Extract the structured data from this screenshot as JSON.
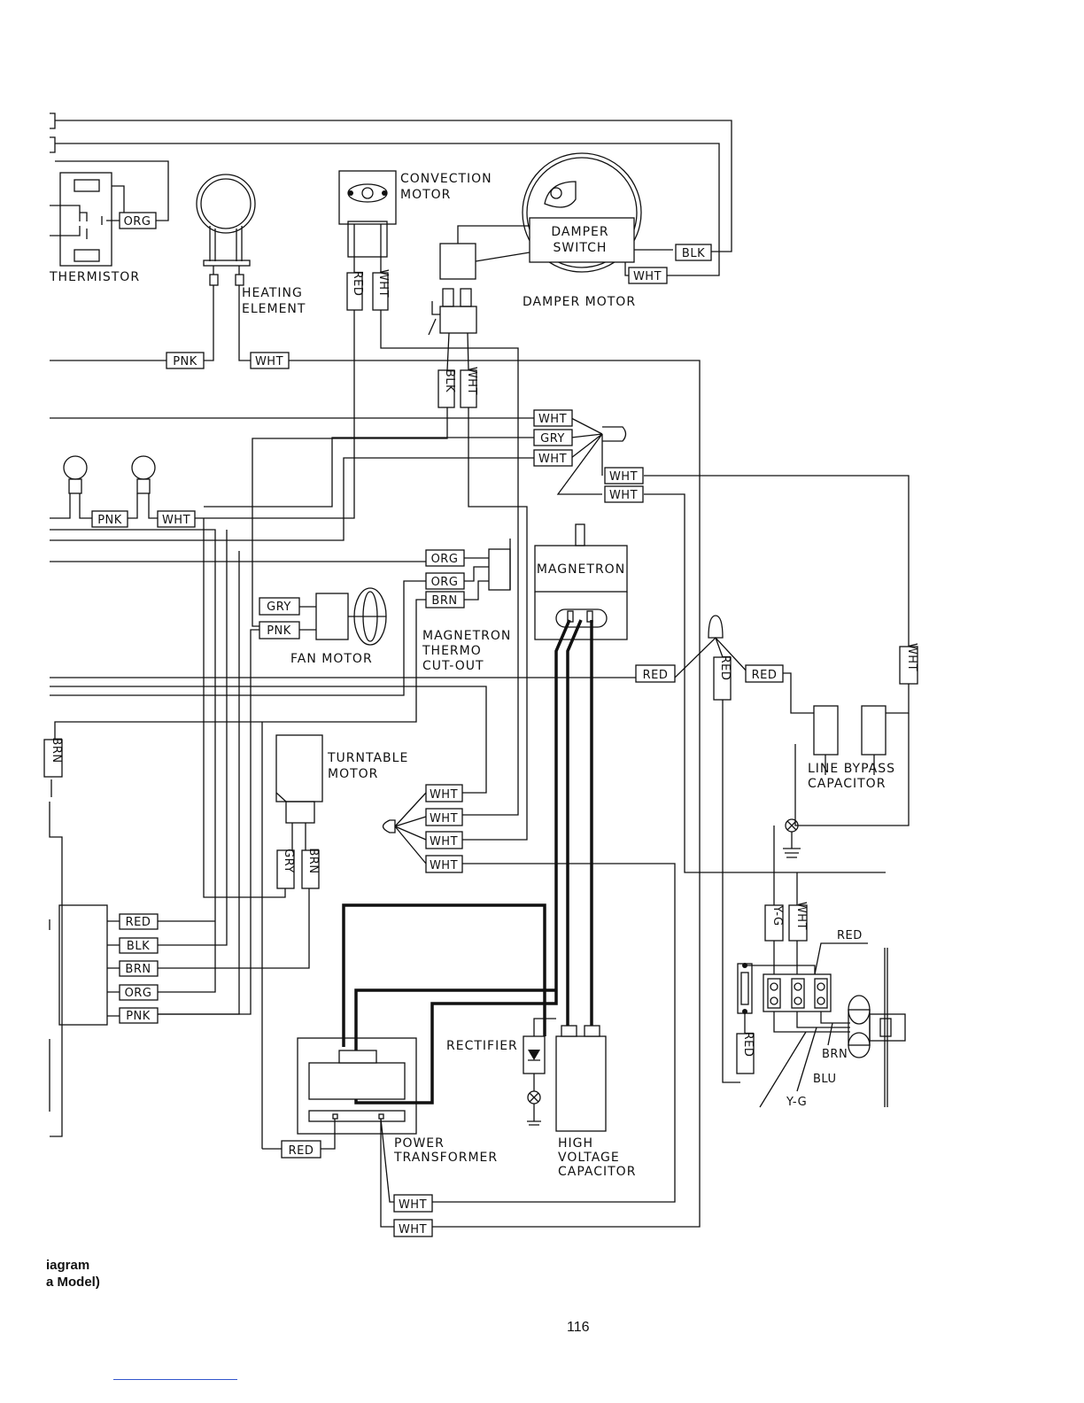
{
  "components": {
    "thermistor": "THERMISTOR",
    "heating_element": [
      "HEATING",
      "ELEMENT"
    ],
    "convection_motor": [
      "CONVECTION",
      "MOTOR"
    ],
    "damper_switch": [
      "DAMPER",
      "SWITCH"
    ],
    "damper_motor": "DAMPER MOTOR",
    "magnetron": "MAGNETRON",
    "fan_motor": "FAN MOTOR",
    "magnetron_thermo_cutout": [
      "MAGNETRON",
      "THERMO",
      "CUT-OUT"
    ],
    "turntable_motor": [
      "TURNTABLE",
      "MOTOR"
    ],
    "line_bypass_capacitor": [
      "LINE BYPASS",
      "CAPACITOR"
    ],
    "rectifier": "RECTIFIER",
    "power_transformer": [
      "POWER",
      "TRANSFORMER"
    ],
    "hv_capacitor": [
      "HIGH",
      "VOLTAGE",
      "CAPACITOR"
    ]
  },
  "wire_tags": {
    "org_thermistor": "ORG",
    "blk_damper": "BLK",
    "wht_damper": "WHT",
    "pnk_heater": "PNK",
    "wht_heater": "WHT",
    "red_conv_v": "RED",
    "wht_conv_v": "WHT",
    "blk_v": "BLK",
    "wht_v": "WHT",
    "wht_conn1": "WHT",
    "gry_conn": "GRY",
    "wht_conn2": "WHT",
    "wht_conn3": "WHT",
    "wht_conn4": "WHT",
    "pnk_lamp": "PNK",
    "wht_lamp": "WHT",
    "org_thermo1": "ORG",
    "org_thermo2": "ORG",
    "brn_thermo": "BRN",
    "gry_fan": "GRY",
    "pnk_fan": "PNK",
    "red_mid": "RED",
    "red_v_mid": "RED",
    "red_right": "RED",
    "wht_v_right": "WHT",
    "brn_left_v": "BRN",
    "wht_tt1": "WHT",
    "wht_tt2": "WHT",
    "wht_tt3": "WHT",
    "wht_tt4": "WHT",
    "gry_tt_v": "GRY",
    "brn_tt_v": "BRN",
    "yg_v": "Y-G",
    "wht_v_term": "WHT",
    "red_term": "RED",
    "red_v_lower": "RED",
    "brn_term": "BRN",
    "blu_term": "BLU",
    "yg_term": "Y-G",
    "red_box": "RED",
    "blk_box": "BLK",
    "brn_box": "BRN",
    "org_box": "ORG",
    "pnk_box": "PNK",
    "red_transformer": "RED",
    "wht_bottom1": "WHT",
    "wht_bottom2": "WHT"
  },
  "caption": {
    "line1": "iagram",
    "line2": "a Model)"
  },
  "page_number": "116"
}
